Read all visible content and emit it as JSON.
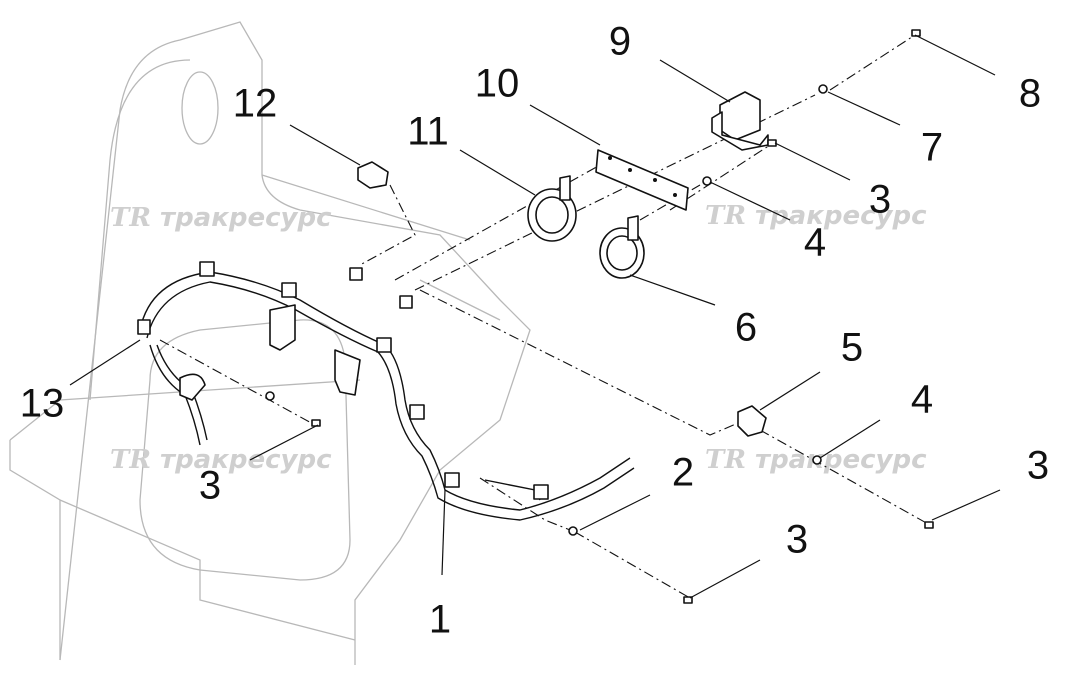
{
  "watermark": {
    "logo": "TR",
    "text": "тракресурс"
  },
  "callouts": [
    {
      "id": "c1",
      "label": "1"
    },
    {
      "id": "c2",
      "label": "2"
    },
    {
      "id": "c3a",
      "label": "3"
    },
    {
      "id": "c3b",
      "label": "3"
    },
    {
      "id": "c3c",
      "label": "3"
    },
    {
      "id": "c3d",
      "label": "3"
    },
    {
      "id": "c4a",
      "label": "4"
    },
    {
      "id": "c4b",
      "label": "4"
    },
    {
      "id": "c5",
      "label": "5"
    },
    {
      "id": "c6",
      "label": "6"
    },
    {
      "id": "c7",
      "label": "7"
    },
    {
      "id": "c8",
      "label": "8"
    },
    {
      "id": "c9",
      "label": "9"
    },
    {
      "id": "c10",
      "label": "10"
    },
    {
      "id": "c11",
      "label": "11"
    },
    {
      "id": "c12",
      "label": "12"
    },
    {
      "id": "c13",
      "label": "13"
    }
  ]
}
